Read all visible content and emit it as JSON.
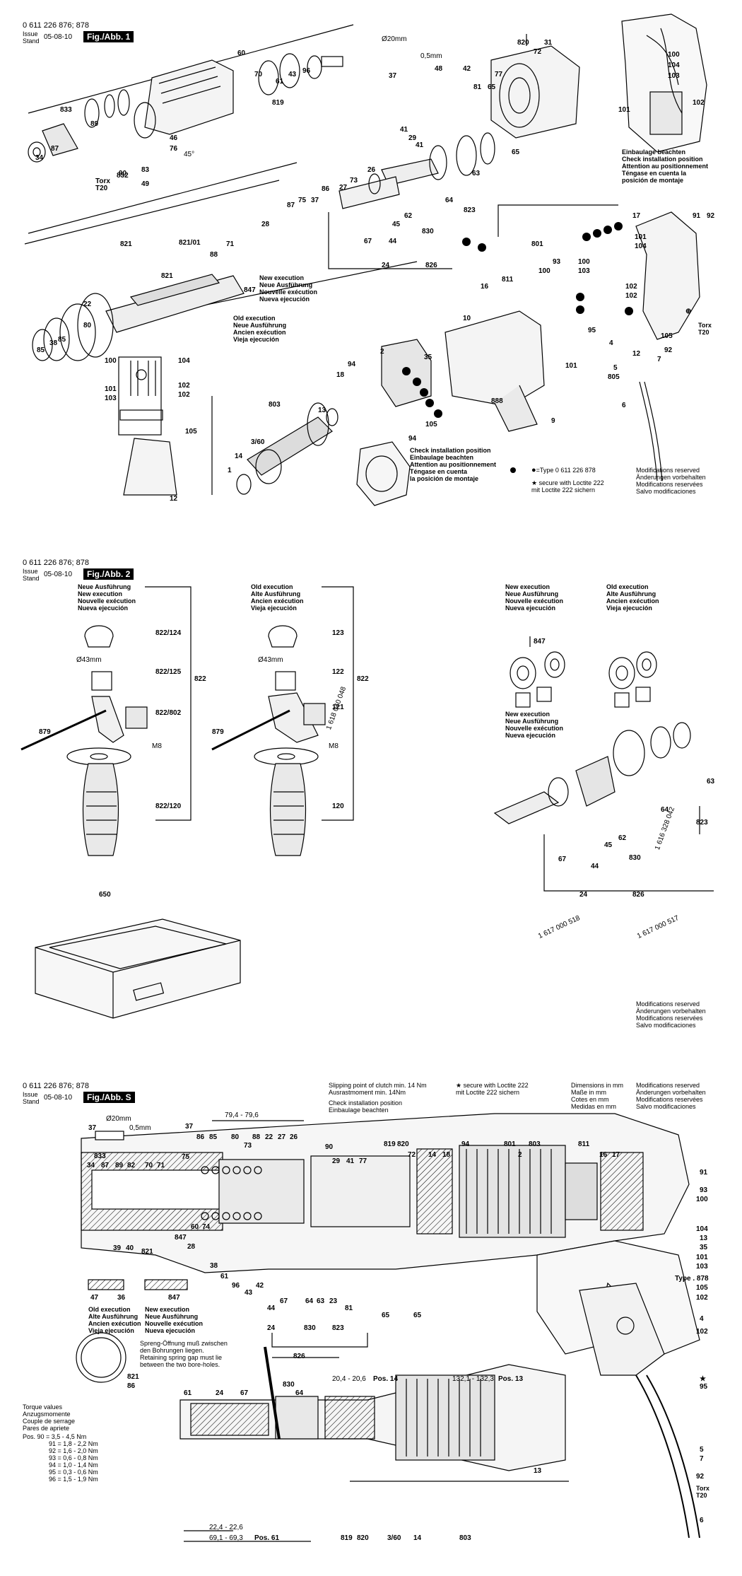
{
  "doc_number": "0 611 226 876; 878",
  "issue_label_1": "Issue",
  "issue_label_2": "Stand",
  "issue_date": "05-08-10",
  "sheets": [
    {
      "fig": "Fig./Abb. 1",
      "notes": {
        "install_top": "Einbaulage beachten\nCheck installation position\nAttention au positionnement\nTéngase en cuenta la\nposición de montaje",
        "new_exec": "New execution\nNeue Ausführung\nNouvelle exécution\nNueva ejecución",
        "old_exec": "Old execution\nNeue Ausführung\nAncien exécution\nVieja ejecución",
        "install_bottom": "Check installation position\nEinbaulage beachten\nAttention au positionnement\nTéngase en cuenta\nla posición de montaje",
        "type_note": "=Type 0 611 226 878",
        "loctite": "secure with Loctite 222\nmit Loctite 222 sichern",
        "mods": "Modifications reserved\nÄnderungen vorbehalten\nModifications reservées\nSalvo modificaciones",
        "torx": "Torx\nT20",
        "diam": "Ø20mm",
        "gap": "0,5mm",
        "angle": "45°"
      },
      "labels": [
        "1",
        "2",
        "6",
        "7",
        "9",
        "10",
        "12",
        "13",
        "14",
        "16",
        "17",
        "18",
        "22",
        "24",
        "26",
        "27",
        "28",
        "29",
        "31",
        "34",
        "35",
        "37",
        "38",
        "41",
        "42",
        "43",
        "44",
        "45",
        "46",
        "48",
        "49",
        "60",
        "61",
        "62",
        "63",
        "64",
        "65",
        "67",
        "70",
        "71",
        "72",
        "73",
        "75",
        "76",
        "77",
        "80",
        "81",
        "83",
        "85",
        "86",
        "87",
        "88",
        "89",
        "90",
        "91",
        "92",
        "93",
        "94",
        "95",
        "96",
        "100",
        "101",
        "102",
        "103",
        "104",
        "105",
        "801",
        "803",
        "805",
        "811",
        "819",
        "820",
        "821",
        "821/01",
        "823",
        "826",
        "830",
        "832",
        "833",
        "847",
        "888",
        "3/60"
      ]
    },
    {
      "fig": "Fig./Abb. 2",
      "notes": {
        "new_exec": "Neue Ausführung\nNew execution\nNouvelle exécution\nNueva ejecución",
        "old_exec": "Old execution\nAlte Ausführung\nAncien exécution\nVieja ejecución",
        "new_exec_2": "New execution\nNeue Ausführung\nNouvelle exécution\nNueva ejecución",
        "old_exec_2": "Old execution\nAlte Ausführung\nAncien exécution\nVieja ejecución",
        "new_exec_3": "New execution\nNeue Ausführung\nNouvelle exécution\nNueva ejecución",
        "mods": "Modifications reserved\nÄnderungen vorbehalten\nModifications reservées\nSalvo modificaciones",
        "diam": "Ø43mm",
        "thread": "M8"
      },
      "part_numbers": [
        "1 618 040 048",
        "1 616 328 042",
        "1 617 000 518",
        "1 617 000 517"
      ],
      "labels": [
        "822/124",
        "822/125",
        "822/802",
        "822/120",
        "822",
        "879",
        "123",
        "122",
        "121",
        "120",
        "847",
        "650",
        "24",
        "44",
        "45",
        "62",
        "63",
        "64",
        "67",
        "823",
        "826",
        "830"
      ]
    },
    {
      "fig": "Fig./Abb. S",
      "notes": {
        "clutch": "Slipping point of clutch min. 14 Nm\nAusrastmoment min. 14Nm",
        "install": "Check installation position\nEinbaulage beachten",
        "loctite": "secure with Loctite 222\nmit Loctite 222 sichern",
        "dims": "Dimensions in mm\nMaße in mm\nCotes en mm\nMedidas en mm",
        "mods": "Modifications reserved\nÄnderungen vorbehalten\nModifications reservées\nSalvo modificaciones",
        "old_exec": "Old execution\nAlte Ausführung\nAncien exécution\nVieja ejecución",
        "new_exec": "New execution\nNeue Ausführung\nNouvelle exécution\nNueva ejecución",
        "spring": "Spreng-Öffnung muß zwischen\nden Bohrungen liegen.\nRetaining spring gap must lie\nbetween the two bore-holes.",
        "torque_title": "Torque values\nAnzugsmomente\nCouple de serrage\nPares de apriete",
        "torque_rows": [
          "Pos. 90 = 3,5 - 4,5 Nm",
          "91 = 1,8 - 2,2 Nm",
          "92 = 1,6 - 2,0 Nm",
          "93 = 0,6 - 0,8 Nm",
          "94 = 1,0 - 1,4 Nm",
          "95 = 0,3 - 0,6 Nm",
          "96 = 1,5 - 1,9 Nm"
        ],
        "dim_top": "79,4 - 79,6",
        "dim_pos14": "20,4 - 20,6",
        "pos14": "Pos. 14",
        "dim_pos13": "132,1 - 132,3",
        "pos13": "Pos. 13",
        "dim_pos61a": "22,4 - 22,6",
        "dim_pos61b": "69,1 - 69,3",
        "pos61": "Pos. 61",
        "type_878": "Type . 878",
        "torx": "Torx\nT20",
        "diam": "Ø20mm",
        "gap": "0,5mm"
      },
      "labels": [
        "37",
        "75",
        "86",
        "85",
        "80",
        "88",
        "22",
        "27",
        "26",
        "73",
        "833",
        "34",
        "87",
        "89",
        "82",
        "70",
        "71",
        "90",
        "29",
        "41",
        "77",
        "819",
        "820",
        "14",
        "18",
        "94",
        "801",
        "2",
        "803",
        "811",
        "16",
        "17",
        "91",
        "93",
        "100",
        "104",
        "13",
        "35",
        "101",
        "103",
        "105",
        "102",
        "4",
        "95",
        "5",
        "7",
        "92",
        "6",
        "39",
        "40",
        "821",
        "28",
        "60",
        "74",
        "38",
        "61",
        "96",
        "43",
        "42",
        "44",
        "67",
        "64",
        "63",
        "23",
        "81",
        "65",
        "47",
        "36",
        "847",
        "24",
        "830",
        "823",
        "826",
        "3/60"
      ]
    }
  ]
}
